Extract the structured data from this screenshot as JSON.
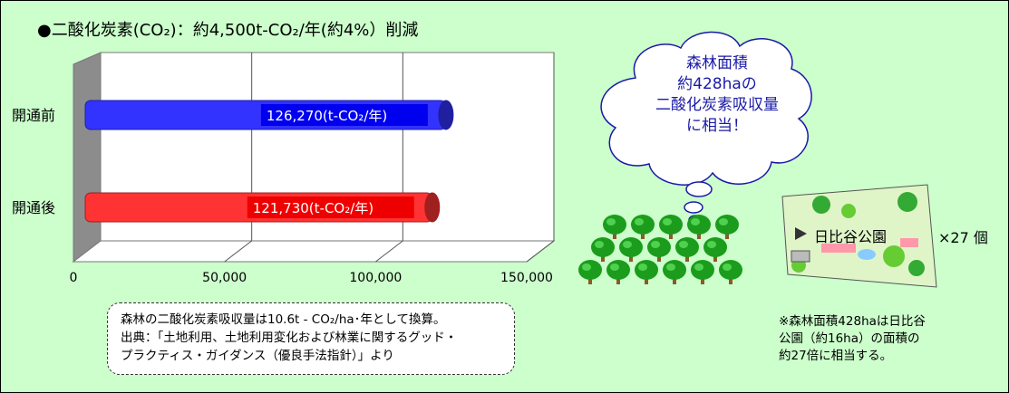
{
  "title": "●二酸化炭素(CO₂)：約4,500t-CO₂/年(約4%）削減",
  "chart_data": {
    "type": "bar",
    "orientation": "horizontal",
    "categories": [
      "開通前",
      "開通後"
    ],
    "values": [
      126270,
      121730
    ],
    "value_labels": [
      "126,270(t-CO₂/年)",
      "121,730(t-CO₂/年)"
    ],
    "colors": [
      "#3333ff",
      "#ff3333"
    ],
    "xlim": [
      0,
      150000
    ],
    "xticks": [
      0,
      50000,
      100000,
      150000
    ],
    "xtick_labels": [
      "0",
      "50,000",
      "100,000",
      "150,000"
    ],
    "grid": true,
    "style": "3d"
  },
  "note": {
    "lines": [
      "森林の二酸化炭素吸収量は10.6t - CO₂/ha･年として換算。",
      "出典：「土地利用、土地利用変化および林業に関するグッド・",
      "プラクティス・ガイダンス（優良手法指針）」より"
    ]
  },
  "cloud": {
    "lines": [
      "森林面積",
      "約428haの",
      "二酸化炭素吸収量",
      "に相当！"
    ]
  },
  "park": {
    "name": "日比谷公園",
    "multiplier": "×27 個"
  },
  "side_note": {
    "lines": [
      "※森林面積428haは日比谷",
      "公園（約16ha）の面積の",
      "約27倍に相当する。"
    ]
  },
  "icons": [
    "tree-icon",
    "cloud-icon",
    "park-map-icon"
  ]
}
